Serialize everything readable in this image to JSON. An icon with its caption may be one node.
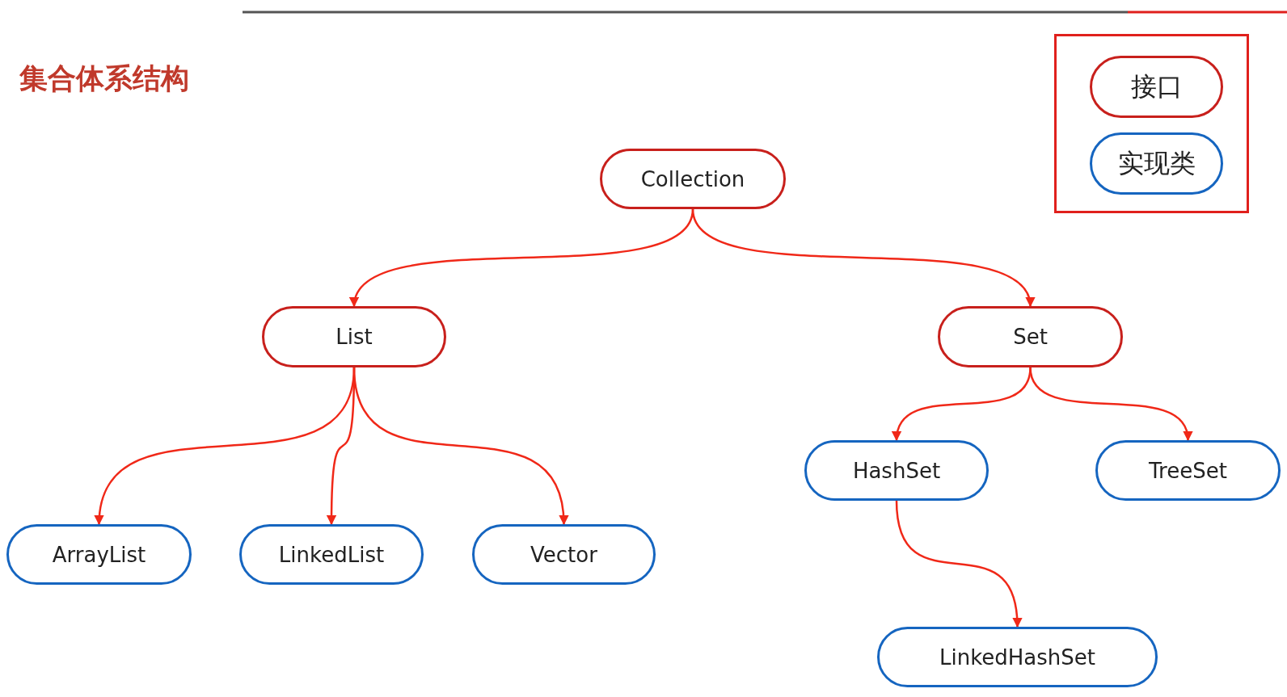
{
  "diagram": {
    "title": "集合体系结构",
    "nodes": [
      {
        "text": [
          "Collection"
        ]
      },
      {
        "text": [
          "List"
        ]
      },
      {
        "text": [
          "Set"
        ]
      },
      {
        "text": [
          "ArrayList"
        ]
      },
      {
        "text": [
          "LinkedList"
        ]
      },
      {
        "text": [
          "Vector"
        ]
      },
      {
        "text": [
          "HashSet"
        ]
      },
      {
        "text": [
          "TreeSet"
        ]
      },
      {
        "text": [
          "LinkedHashSet"
        ]
      }
    ],
    "edges": [
      {
        "from": 0,
        "to": 1,
        "arrow": "to"
      },
      {
        "from": 0,
        "to": 2,
        "arrow": "to"
      },
      {
        "from": 1,
        "to": 3,
        "arrow": "to"
      },
      {
        "from": 1,
        "to": 4,
        "arrow": "to"
      },
      {
        "from": 1,
        "to": 5,
        "arrow": "to"
      },
      {
        "from": 2,
        "to": 6,
        "arrow": "to"
      },
      {
        "from": 2,
        "to": 7,
        "arrow": "to"
      },
      {
        "from": 6,
        "to": 8,
        "arrow": "to"
      }
    ],
    "legend": [
      {
        "text": "接口",
        "color": "#c8201c"
      },
      {
        "text": "实现类",
        "color": "#1565c0"
      }
    ]
  }
}
